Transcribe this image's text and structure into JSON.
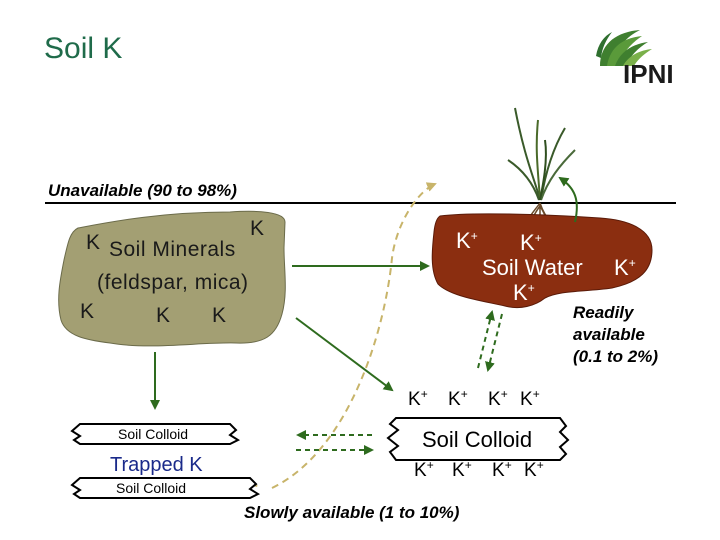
{
  "title": "Soil K",
  "logo_text": "IPNI",
  "labels": {
    "unavailable": "Unavailable (90 to 98%)",
    "readily_1": "Readily",
    "readily_2": "available",
    "readily_3": "(0.1 to 2%)",
    "slowly": "Slowly available (1 to 10%)"
  },
  "minerals": {
    "k_top_right": "K",
    "k_left": "K",
    "line1": "Soil Minerals",
    "line2": "(feldspar, mica)",
    "k_bottom_1": "K",
    "k_bottom_2": "K",
    "k_bottom_3": "K"
  },
  "water": {
    "k1": "K",
    "k2": "K",
    "name": "Soil Water",
    "k3": "K",
    "k4": "K",
    "plus": "+"
  },
  "colloid_right": {
    "name": "Soil Colloid",
    "k": "K",
    "plus": "+"
  },
  "colloid_left": {
    "top": "Soil Colloid",
    "middle": "Trapped K",
    "bottom": "Soil Colloid"
  },
  "colors": {
    "title": "#1f6b4a",
    "minerals_fill": "#a39f73",
    "water_fill": "#8b2e10",
    "arrow_green": "#2e6b1e",
    "arrow_dashed": "#c8b46a",
    "ground_line": "#000000",
    "trapped_text": "#1a2a8a"
  }
}
